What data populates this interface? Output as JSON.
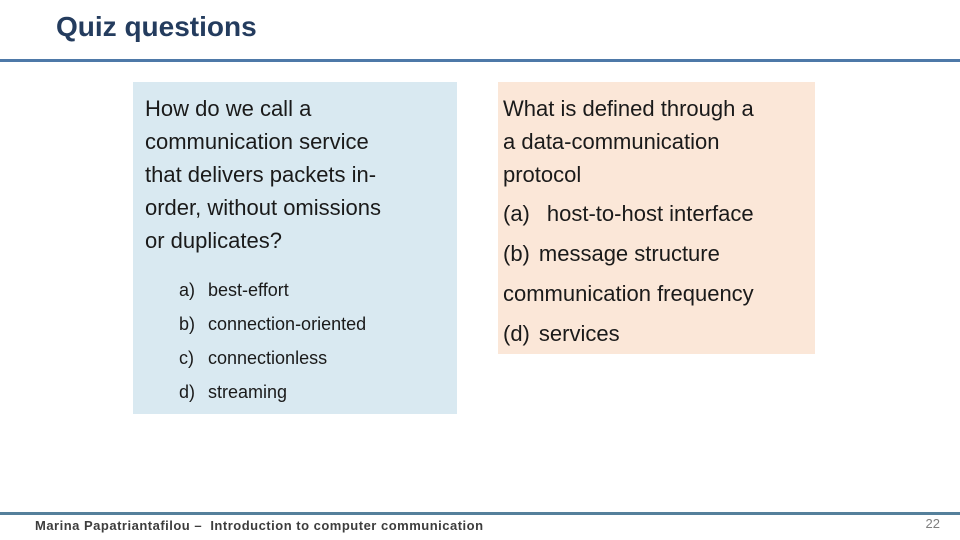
{
  "title": "Quiz questions",
  "left_panel": {
    "question_lines": [
      "How do we call a",
      "communication service",
      "that delivers packets in-",
      "order, without omissions",
      "or duplicates?"
    ],
    "options": [
      {
        "label": "a)",
        "text": "best-effort"
      },
      {
        "label": "b)",
        "text": "connection-oriented"
      },
      {
        "label": "c)",
        "text": "connectionless"
      },
      {
        "label": "d)",
        "text": "streaming"
      }
    ]
  },
  "right_panel": {
    "question_lines": [
      "What is defined through a",
      "a data-communication",
      "protocol"
    ],
    "options": [
      {
        "label": "(a)",
        "text": "host-to-host interface"
      },
      {
        "label": "(b)",
        "text": "message structure"
      },
      {
        "label": "",
        "text": "communication frequency"
      },
      {
        "label": "(d)",
        "text": "services"
      }
    ]
  },
  "footer": {
    "credit": "Marina Papatriantafilou –  Introduction to computer communication",
    "page_number": "22"
  },
  "colors": {
    "title_text": "#243C5E",
    "header_rule": "#4E79A8",
    "footer_rule": "#55809B",
    "left_box_bg": "#D9E9F1",
    "right_box_bg": "#FBE7D8",
    "body_text": "#1A1A1A"
  }
}
